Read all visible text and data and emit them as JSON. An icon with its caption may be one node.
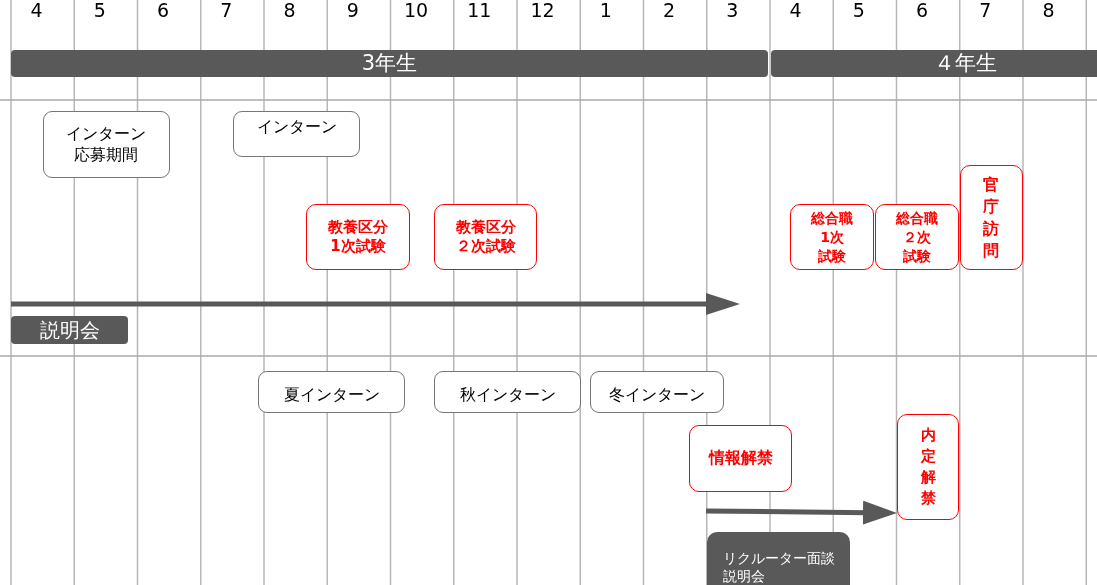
{
  "diagram": {
    "nodes": [
      {
        "text": [
          "3年生"
        ]
      },
      {
        "text": [
          "４年生"
        ]
      },
      {
        "text": [
          "インターン応募期間"
        ]
      },
      {
        "text": [
          "インターン"
        ]
      },
      {
        "text": [
          "教養区分1次試験"
        ]
      },
      {
        "text": [
          "教養区分２次試験"
        ]
      },
      {
        "text": [
          "総合職",
          "1次",
          "試験"
        ]
      },
      {
        "text": [
          "総合職",
          "２次",
          "試験"
        ]
      },
      {
        "text": [
          "官庁訪問"
        ]
      },
      {
        "text": [
          "説明会"
        ]
      },
      {
        "text": [
          "夏インターン"
        ]
      },
      {
        "text": [
          "秋インターン"
        ]
      },
      {
        "text": [
          "冬インターン"
        ]
      },
      {
        "text": [
          "情報解禁"
        ]
      },
      {
        "text": [
          "内定解禁"
        ]
      },
      {
        "text": [
          "リクルーター面談説明会"
        ]
      }
    ],
    "edges": [
      {
        "from": null,
        "to": 14,
        "arrow": "to"
      }
    ],
    "labels": [
      "4",
      "5",
      "6",
      "7",
      "8",
      "9",
      "10",
      "11",
      "12",
      "1",
      "2",
      "3",
      "4",
      "5",
      "6",
      "7",
      "8"
    ]
  }
}
